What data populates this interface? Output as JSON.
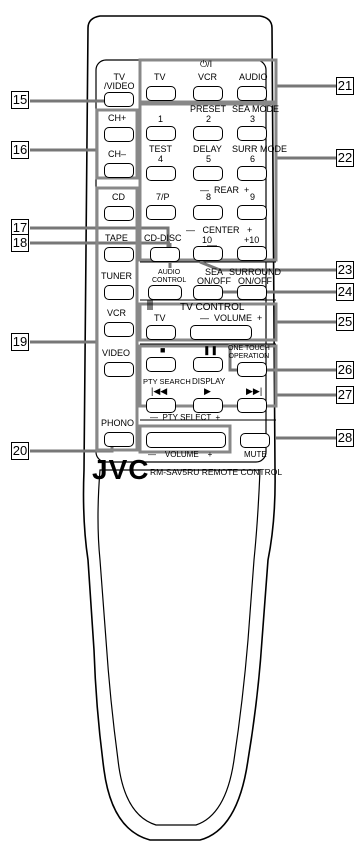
{
  "brand": "JVC",
  "model_label": "RM-SAV5RU REMOTE CONTROL",
  "callouts": [
    "15",
    "16",
    "17",
    "18",
    "19",
    "20",
    "21",
    "22",
    "23",
    "24",
    "25",
    "26",
    "27",
    "28"
  ],
  "buttons": {
    "tv_video": "TV\n/VIDEO",
    "ch_plus": "CH+",
    "ch_minus": "CH–",
    "cd": "CD",
    "tape": "TAPE",
    "tuner": "TUNER",
    "vcr_left": "VCR",
    "video": "VIDEO",
    "phono": "PHONO",
    "power_symbol": "⏻/I",
    "tv_top": "TV",
    "vcr_top": "VCR",
    "audio_top": "AUDIO",
    "n1": "1",
    "n2": "2",
    "n3": "3",
    "n4": "4",
    "n5": "5",
    "n6": "6",
    "n7p": "7/P",
    "n8": "8",
    "n9": "9",
    "n10": "10",
    "n10p": "+10",
    "preset": "PRESET",
    "sea_mode": "SEA MODE",
    "test": "TEST",
    "delay": "DELAY",
    "surr_mode": "SURR MODE",
    "rear": "—  REAR  +",
    "center": "—   CENTER   +",
    "cd_disc": "CD-DISC",
    "audio_control": "AUDIO\nCONTROL",
    "sea_onoff": "SEA\nON/OFF",
    "surround_onoff": "SURROUND\nON/OFF",
    "tv_control": "TV CONTROL",
    "tv_ctrl_tv": "TV",
    "tv_volume": "—  VOLUME  +",
    "one_touch": "ONE TOUCH\nOPERATION",
    "stop": "■",
    "pause": "❚❚",
    "pty_search": "PTY SEARCH",
    "display": "DISPLAY",
    "prev": "|◀◀",
    "play": "▶",
    "next": "▶▶|",
    "pty_select": "—  PTY SELECT  +",
    "volume": "—    VOLUME    +",
    "mute": "MUTE"
  }
}
